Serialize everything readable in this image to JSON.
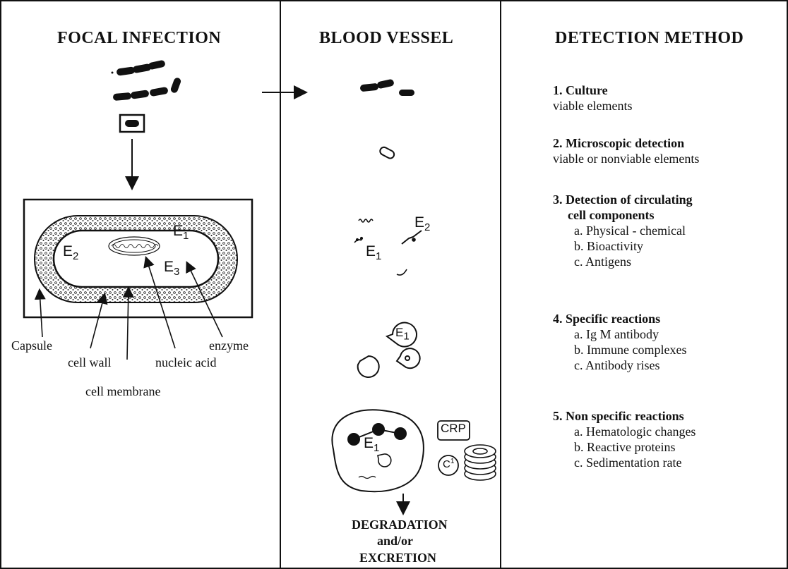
{
  "columns": {
    "focal": {
      "title": "FOCAL INFECTION"
    },
    "blood": {
      "title": "BLOOD VESSEL"
    },
    "detect": {
      "title": "DETECTION METHOD"
    }
  },
  "cell_labels": {
    "capsule": "Capsule",
    "cell_wall": "cell wall",
    "cell_membrane": "cell membrane",
    "nucleic_acid": "nucleic acid",
    "enzyme": "enzyme"
  },
  "enzyme_marks": {
    "e1": "E",
    "e2": "E",
    "e3": "E",
    "s1": "1",
    "s2": "2",
    "s3": "3"
  },
  "blood_labels": {
    "crp": "CRP",
    "c1": "C",
    "c1_sup": "1",
    "degradation": "DEGRADATION",
    "andor": "and/or",
    "excretion": "EXCRETION"
  },
  "methods": [
    {
      "num": "1.",
      "title": "Culture",
      "sub": "viable elements"
    },
    {
      "num": "2.",
      "title": "Microscopic detection",
      "sub": "viable or nonviable elements"
    },
    {
      "num": "3.",
      "title": "Detection of circulating",
      "title2": "cell components",
      "items": [
        "a. Physical - chemical",
        "b. Bioactivity",
        "c. Antigens"
      ]
    },
    {
      "num": "4.",
      "title": "Specific reactions",
      "items": [
        "a. Ig M antibody",
        "b. Immune complexes",
        "c. Antibody rises"
      ]
    },
    {
      "num": "5.",
      "title": "Non specific reactions",
      "items": [
        "a. Hematologic changes",
        "b. Reactive proteins",
        "c. Sedimentation rate"
      ]
    }
  ]
}
